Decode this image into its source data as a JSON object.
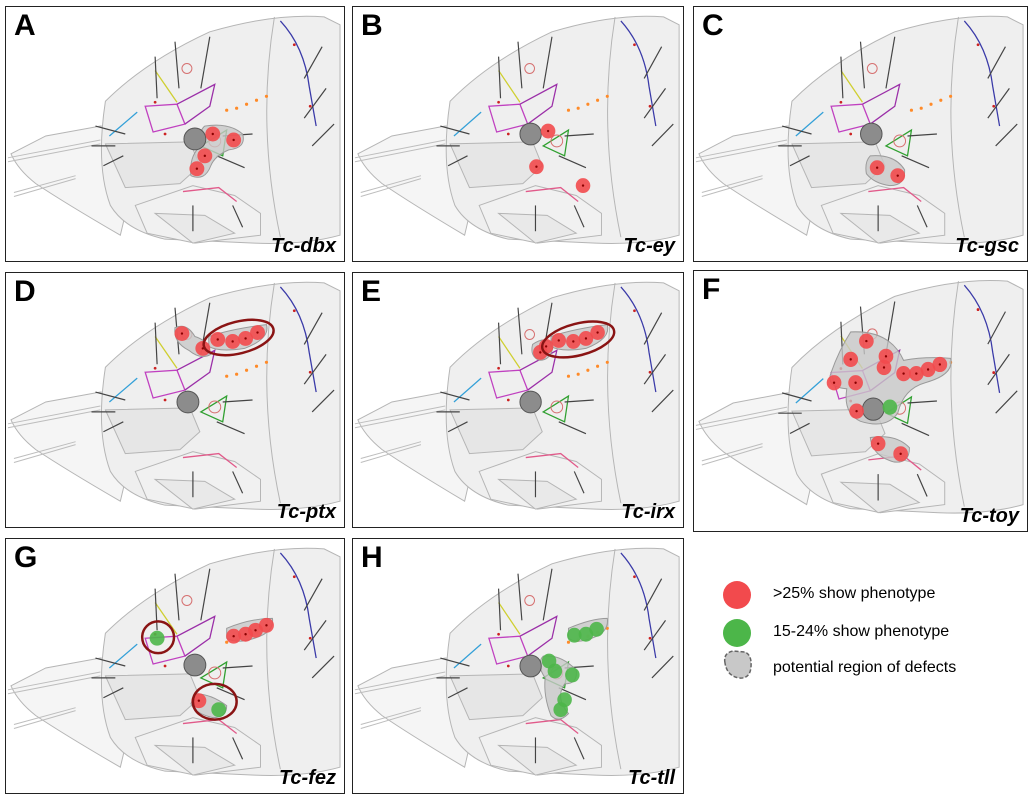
{
  "panels": [
    {
      "id": "A",
      "letter": "A",
      "gene": "Tc-dbx"
    },
    {
      "id": "B",
      "letter": "B",
      "gene": "Tc-ey"
    },
    {
      "id": "C",
      "letter": "C",
      "gene": "Tc-gsc"
    },
    {
      "id": "D",
      "letter": "D",
      "gene": "Tc-ptx"
    },
    {
      "id": "E",
      "letter": "E",
      "gene": "Tc-irx"
    },
    {
      "id": "F",
      "letter": "F",
      "gene": "Tc-toy"
    },
    {
      "id": "G",
      "letter": "G",
      "gene": "Tc-fez"
    },
    {
      "id": "H",
      "letter": "H",
      "gene": "Tc-tll"
    }
  ],
  "legend": {
    "red_label": ">25% show phenotype",
    "green_label": "15-24% show phenotype",
    "region_label": "potential region of defects"
  },
  "colors": {
    "red": "#f24a4d",
    "green": "#4cb649",
    "region": "#c8c8c8",
    "highlight_ring": "#8a1414",
    "pupil": "#8c8c8c"
  }
}
